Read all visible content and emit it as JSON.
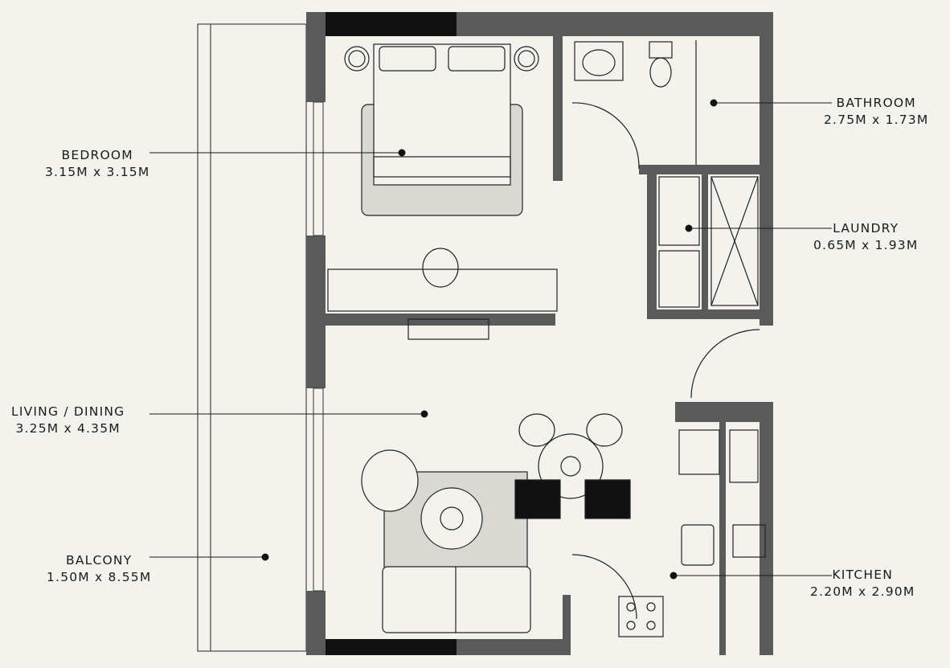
{
  "rooms": [
    {
      "name": "BEDROOM",
      "size": "3.15M x 3.15M"
    },
    {
      "name": "BATHROOM",
      "size": "2.75M x 1.73M"
    },
    {
      "name": "LAUNDRY",
      "size": "0.65M x 1.93M"
    },
    {
      "name": "LIVING / DINING",
      "size": "3.25M x 4.35M"
    },
    {
      "name": "BALCONY",
      "size": "1.50M x 8.55M"
    },
    {
      "name": "KITCHEN",
      "size": "2.20M x 2.90M"
    }
  ],
  "colors": {
    "background": "#f3f2ec",
    "wall": "#5a5a5a",
    "window": "#111111",
    "line": "#1b1b1b"
  }
}
